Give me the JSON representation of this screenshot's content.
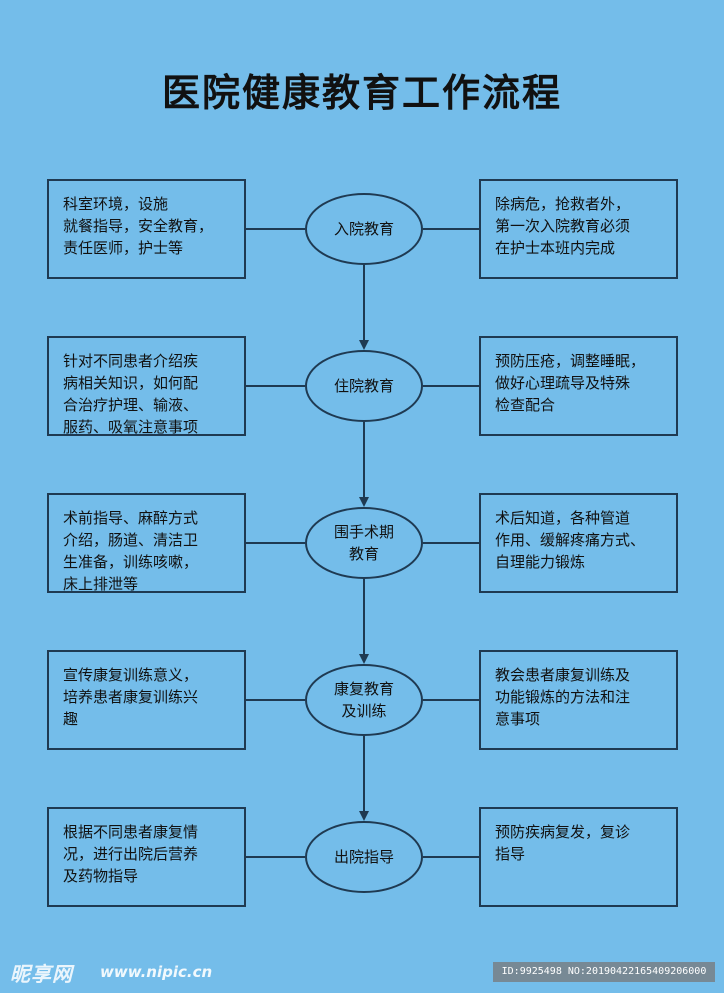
{
  "title": "医院健康教育工作流程",
  "stages": [
    {
      "node": "入院教育",
      "left": "科室环境，设施\n就餐指导，安全教育，\n责任医师，护士等",
      "right": "除病危，抢救者外，\n第一次入院教育必须\n在护士本班内完成"
    },
    {
      "node": "住院教育",
      "left": "针对不同患者介绍疾\n病相关知识，如何配\n合治疗护理、输液、\n服药、吸氧注意事项",
      "right": "预防压疮，调整睡眠，\n做好心理疏导及特殊\n检查配合"
    },
    {
      "node": "围手术期\n教育",
      "left": "术前指导、麻醉方式\n介绍，肠道、清洁卫\n生准备，训练咳嗽，\n床上排泄等",
      "right": "术后知道，各种管道\n作用、缓解疼痛方式、\n自理能力锻炼"
    },
    {
      "node": "康复教育\n及训练",
      "left": "宣传康复训练意义，\n培养患者康复训练兴\n趣",
      "right": "教会患者康复训练及\n功能锻炼的方法和注\n意事项"
    },
    {
      "node": "出院指导",
      "left": "根据不同患者康复情\n况，进行出院后营养\n及药物指导",
      "right": "预防疾病复发，复诊\n指导"
    }
  ],
  "footer": {
    "logo": "昵享网",
    "site": "www.nipic.cn",
    "id": "ID:9925498 NO:20190422165409206000"
  },
  "colors": {
    "background": "#74bdea",
    "border": "#1f3a52"
  }
}
